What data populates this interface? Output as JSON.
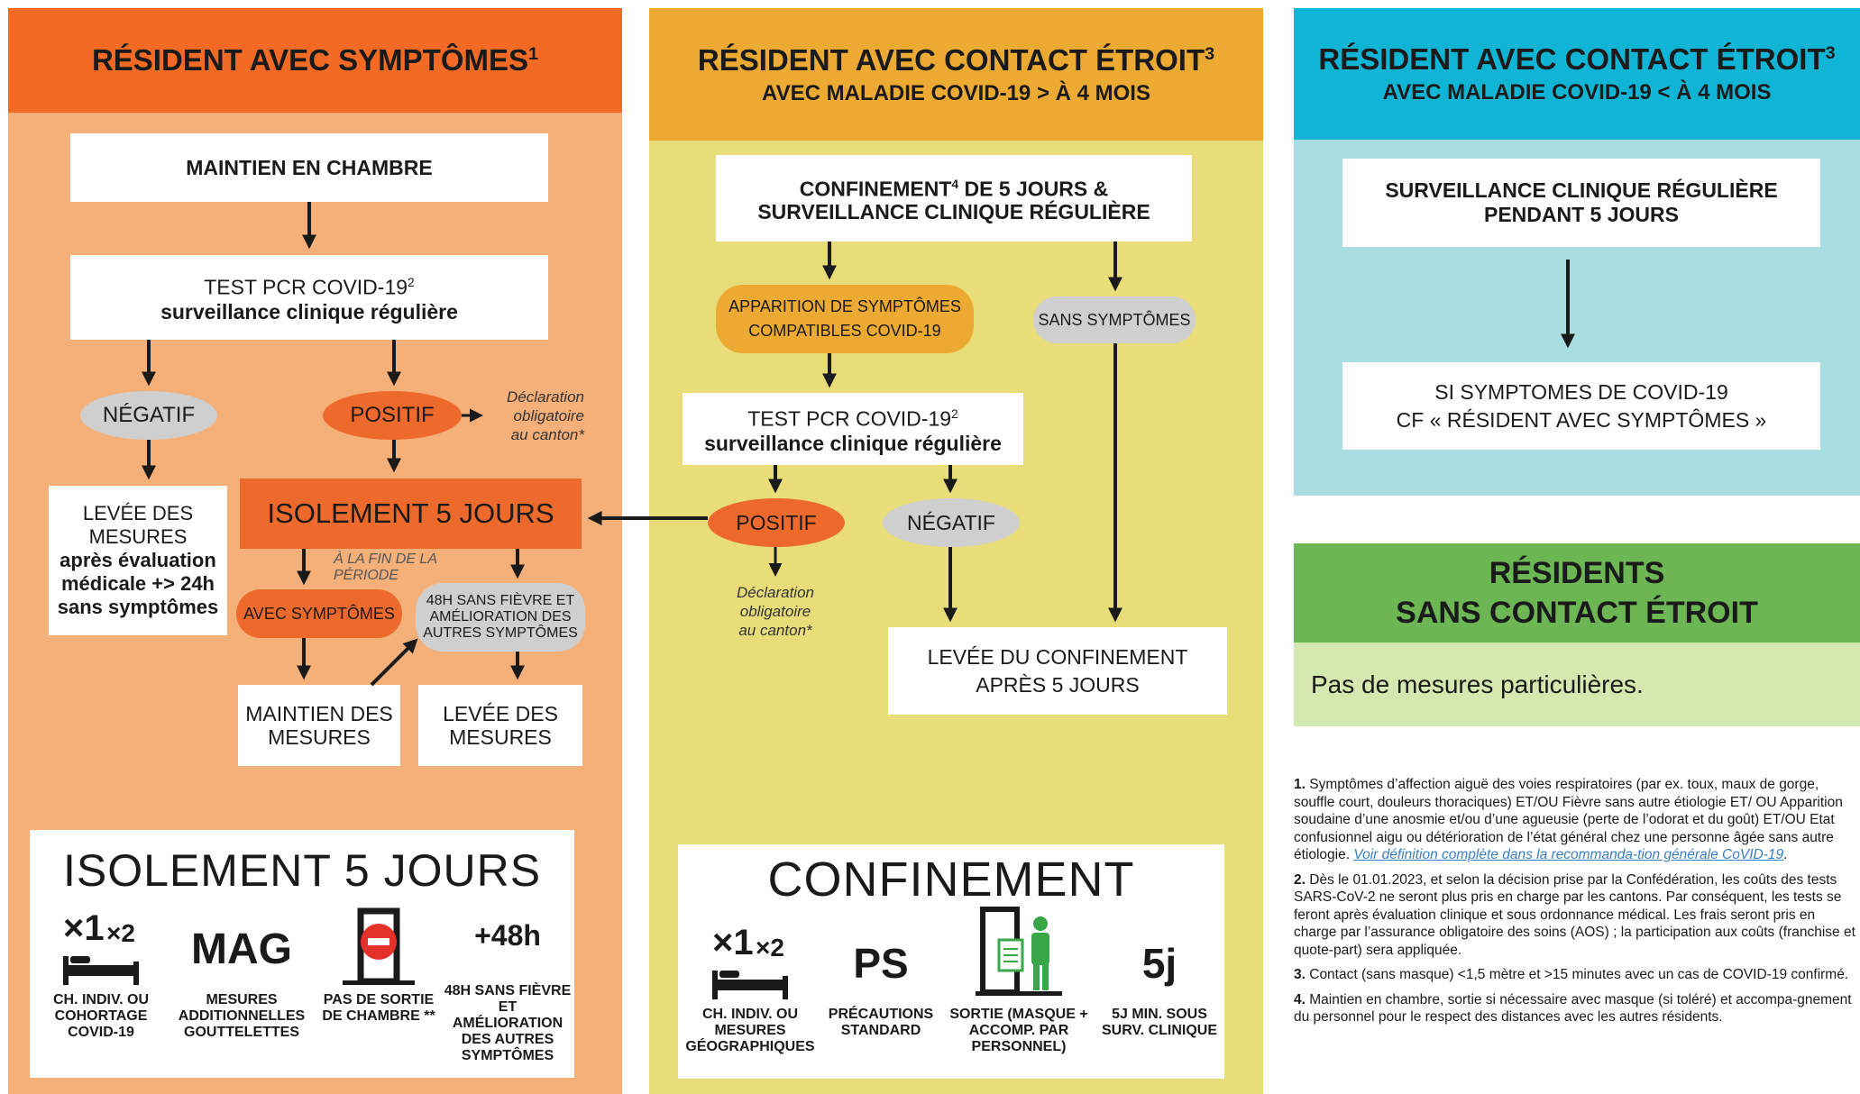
{
  "colors": {
    "orange_header": "#f26a24",
    "orange_bg": "#f5b07a",
    "orange_pill": "#ee6a2c",
    "yellow_header": "#ecaa33",
    "yellow_bg": "#e8dd78",
    "cyan_header": "#10b5d6",
    "cyan_bg": "#a8dde2",
    "green_header": "#6db654",
    "green_bg": "#d4e8b0",
    "grey_pill": "#cfcfcf",
    "link": "#3a7fc1"
  },
  "col1": {
    "header_main": "RÉSIDENT AVEC SYMPTÔMES",
    "header_sup": "1",
    "maintien": "MAINTIEN EN CHAMBRE",
    "test_title": "TEST PCR COVID-19",
    "test_sup": "2",
    "test_sub": "surveillance clinique régulière",
    "negatif": "NÉGATIF",
    "positif": "POSITIF",
    "declaration_1": "Déclaration",
    "declaration_2": "obligatoire",
    "declaration_3": "au canton*",
    "levee_1": "LEVÉE DES",
    "levee_2": "MESURES",
    "levee_3": "après évaluation",
    "levee_4": "médicale +> 24h",
    "levee_5": "sans symptômes",
    "isolement": "ISOLEMENT 5 JOURS",
    "fin_periode": "À LA FIN DE LA PÉRIODE",
    "avec_symptomes": "AVEC SYMPTÔMES",
    "fievre_1": "48H SANS FIÈVRE ET",
    "fievre_2": "AMÉLIORATION DES",
    "fievre_3": "AUTRES SYMPTÔMES",
    "maintien_mesures_1": "MAINTIEN DES",
    "maintien_mesures_2": "MESURES",
    "levee_mesures_1": "LEVÉE DES",
    "levee_mesures_2": "MESURES"
  },
  "col2": {
    "header_main": "RÉSIDENT AVEC CONTACT ÉTROIT",
    "header_sup": "3",
    "header_sub": "AVEC MALADIE COVID-19 > À 4 MOIS",
    "confinement_1": "CONFINEMENT",
    "confinement_sup": "4",
    "confinement_1b": " DE 5 JOURS &",
    "confinement_2": "SURVEILLANCE CLINIQUE RÉGULIÈRE",
    "apparition_1": "APPARITION DE SYMPTÔMES",
    "apparition_2": "COMPATIBLES COVID-19",
    "sans_symptomes": "SANS SYMPTÔMES",
    "test_title": "TEST PCR COVID-19",
    "test_sup": "2",
    "test_sub": "surveillance clinique régulière",
    "positif": "POSITIF",
    "negatif": "NÉGATIF",
    "declaration_1": "Déclaration",
    "declaration_2": "obligatoire",
    "declaration_3": "au canton*",
    "levee_1": "LEVÉE DU CONFINEMENT",
    "levee_2": "APRÈS 5 JOURS"
  },
  "col3": {
    "header_main": "RÉSIDENT AVEC CONTACT ÉTROIT",
    "header_sup": "3",
    "header_sub": "AVEC MALADIE COVID-19 < À 4 MOIS",
    "surveillance_1": "SURVEILLANCE CLINIQUE RÉGULIÈRE",
    "surveillance_2": "PENDANT 5 JOURS",
    "si_1": "SI SYMPTOMES DE COVID-19",
    "si_2": "CF « RÉSIDENT AVEC SYMPTÔMES »"
  },
  "col4": {
    "header_1": "RÉSIDENTS",
    "header_2": "SANS CONTACT ÉTROIT",
    "body": "Pas de mesures particulières."
  },
  "legend1": {
    "title": "ISOLEMENT 5 JOURS",
    "items": [
      {
        "icon": "bed-icon",
        "top1": "×1",
        "top2": "×2",
        "caption": "CH. INDIV. OU COHORTAGE COVID-19"
      },
      {
        "icon": "mask-text-icon",
        "symbol": "MAG",
        "caption": "MESURES ADDITIONNELLES GOUTTELETTES"
      },
      {
        "icon": "no-exit-door-icon",
        "caption": "PAS DE SORTIE DE CHAMBRE **"
      },
      {
        "icon": "timer-text-icon",
        "symbol": "+48h",
        "caption": "48H SANS FIÈVRE ET AMÉLIORATION DES AUTRES SYMPTÔMES"
      }
    ]
  },
  "legend2": {
    "title": "CONFINEMENT",
    "items": [
      {
        "icon": "bed-icon",
        "top1": "×1",
        "top2": "×2",
        "caption": "CH. INDIV. OU MESURES GÉOGRAPHIQUES"
      },
      {
        "icon": "ps-text-icon",
        "symbol": "PS",
        "caption": "PRÉCAUTIONS STANDARD"
      },
      {
        "icon": "exit-door-person-icon",
        "caption": "SORTIE (MASQUE + ACCOMP. PAR PERSONNEL)"
      },
      {
        "icon": "days-text-icon",
        "symbol": "5j",
        "caption": "5J MIN. SOUS SURV. CLINIQUE"
      }
    ]
  },
  "notes": {
    "n1_num": "1.",
    "n1_text": " Symptômes d’affection aiguë des voies respiratoires (par ex. toux, maux de gorge, souffle court, douleurs thoraciques) ET/OU Fièvre sans autre étiologie ET/ OU Apparition soudaine d’une anosmie et/ou d’une agueusie (perte de l’odorat et du goût) ET/OU Etat confusionnel aigu ou détérioration de l’état général chez une personne âgée sans autre étiologie. ",
    "n1_link": "Voir définition complète dans la recommanda-tion générale CoVID-19",
    "n1_end": ".",
    "n2_num": "2.",
    "n2_text": " Dès le 01.01.2023, et selon la décision prise par la Confédération, les coûts des tests SARS-CoV-2 ne seront plus pris en charge par les cantons. Par conséquent, les tests se feront après évaluation clinique et sous ordonnance médical. Les frais seront pris en charge par l’assurance obligatoire des soins (AOS) ; la participation aux coûts (franchise et quote-part) sera appliquée.",
    "n3_num": "3.",
    "n3_text": " Contact (sans masque) <1,5 mètre et >15 minutes avec un cas de COVID-19 confirmé.",
    "n4_num": "4.",
    "n4_text": " Maintien en chambre, sortie si nécessaire avec masque (si toléré) et accompa-gnement du personnel pour le respect des distances avec les autres résidents."
  }
}
